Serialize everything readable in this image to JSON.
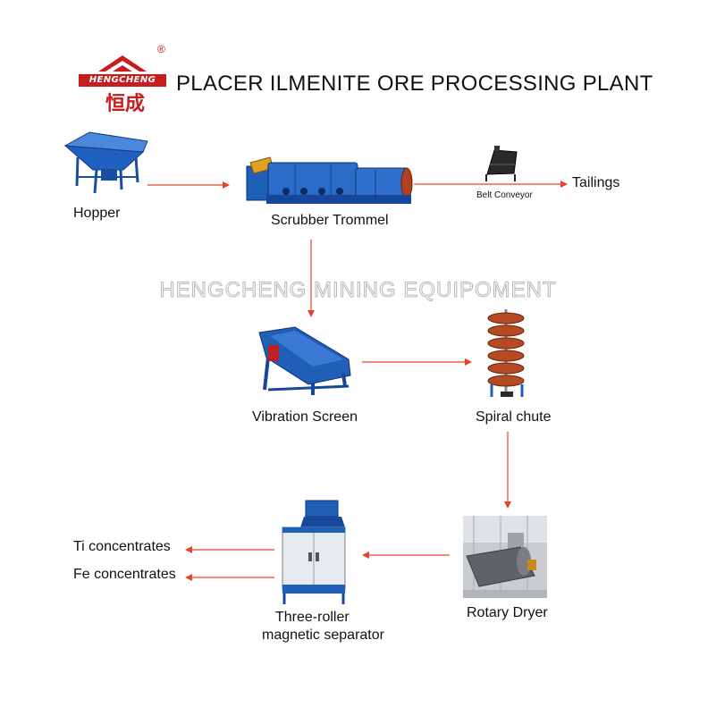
{
  "header": {
    "brand_latin": "HENGCHENG",
    "brand_cn": "恒成",
    "registered_mark": "®",
    "title": "PLACER ILMENITE ORE PROCESSING PLANT"
  },
  "watermark": "HENGCHENG MINING EQUIPOMENT",
  "nodes": {
    "hopper": "Hopper",
    "trommel": "Scrubber Trommel",
    "belt_conveyor": "Belt Conveyor",
    "tailings": "Tailings",
    "vibration_screen": "Vibration Screen",
    "spiral_chute": "Spiral chute",
    "rotary_dryer": "Rotary Dryer",
    "separator_line1": "Three-roller",
    "separator_line2": "magnetic separator",
    "ti_concentrates": "Ti concentrates",
    "fe_concentrates": "Fe concentrates"
  },
  "colors": {
    "arrow": "#e8432a",
    "brand_red": "#c81d1d",
    "equipment_blue": "#1f5fb8"
  }
}
